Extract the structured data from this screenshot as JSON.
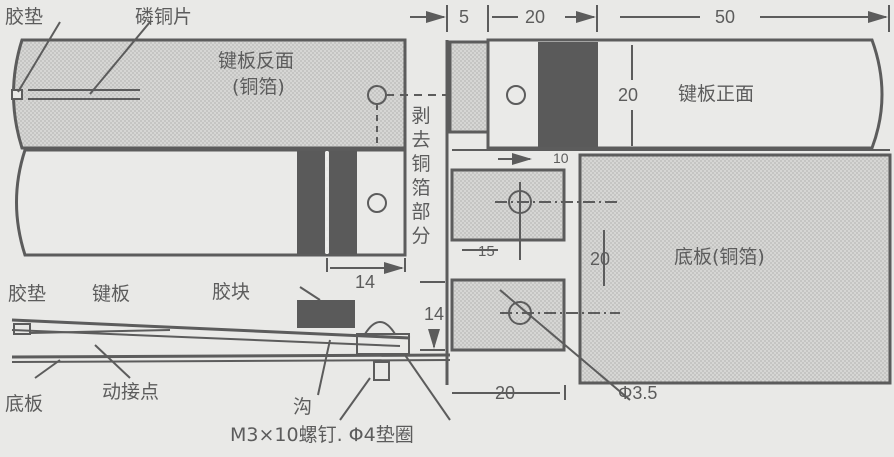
{
  "colors": {
    "background": "#e9e9e7",
    "line": "#5c5c5c",
    "copper_hatch": "#cfcfcd",
    "glue_block": "#5a5a5a"
  },
  "top_left_view": {
    "labels": {
      "rubber_pad": "胶垫",
      "phosphor_copper": "磷铜片",
      "key_back_line1": "键板反面",
      "key_back_line2": "(铜箔)"
    },
    "dim_14": "14"
  },
  "cutaway_note": [
    "剥",
    "去",
    "铜",
    "箔",
    "部",
    "分"
  ],
  "top_dims": {
    "d5": "5",
    "d20": "20",
    "d50": "50"
  },
  "key_front": {
    "label": "键板正面",
    "height_dim": "20",
    "dim_10": "10"
  },
  "base_board": {
    "label": "底板(铜箔)",
    "dim_15": "15",
    "dim_20_vert": "20",
    "dim_14_vert": "14",
    "dim_20_bottom": "20",
    "hole": "Φ3.5"
  },
  "side_view": {
    "labels": {
      "rubber_pad": "胶垫",
      "key_board": "键板",
      "glue_block": "胶块",
      "base_board": "底板",
      "moving_contact": "动接点",
      "groove": "沟",
      "screw": "M3×10螺钉. Φ4垫圈"
    }
  }
}
